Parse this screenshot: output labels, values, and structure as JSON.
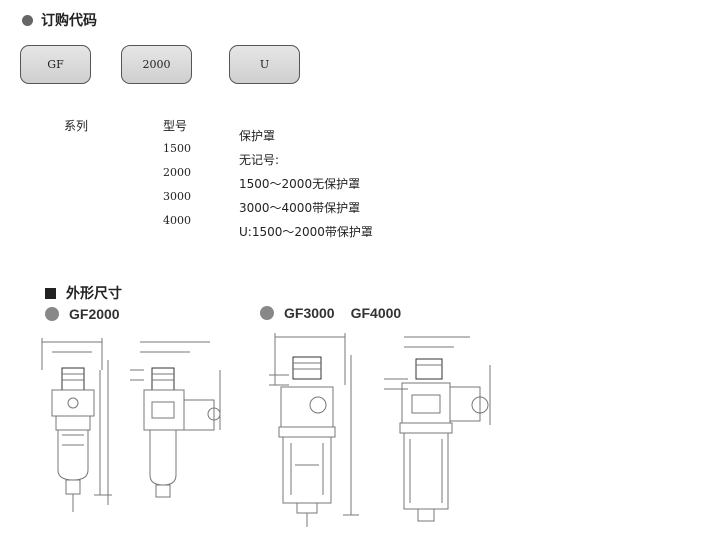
{
  "order_code": {
    "title": "订购代码",
    "boxes": [
      "GF",
      "2000",
      "U"
    ]
  },
  "series": {
    "label": "系列"
  },
  "model": {
    "label": "型号",
    "values": [
      "1500",
      "2000",
      "3000",
      "4000"
    ]
  },
  "protection": {
    "title": "保护罩",
    "lines": [
      "无记号:",
      "1500～2000无保护罩",
      "3000～4000带保护罩",
      "U:1500～2000带保护罩"
    ]
  },
  "dimensions": {
    "title": "外形尺寸",
    "group1": "GF2000",
    "group2_a": "GF3000",
    "group2_b": "GF4000"
  }
}
